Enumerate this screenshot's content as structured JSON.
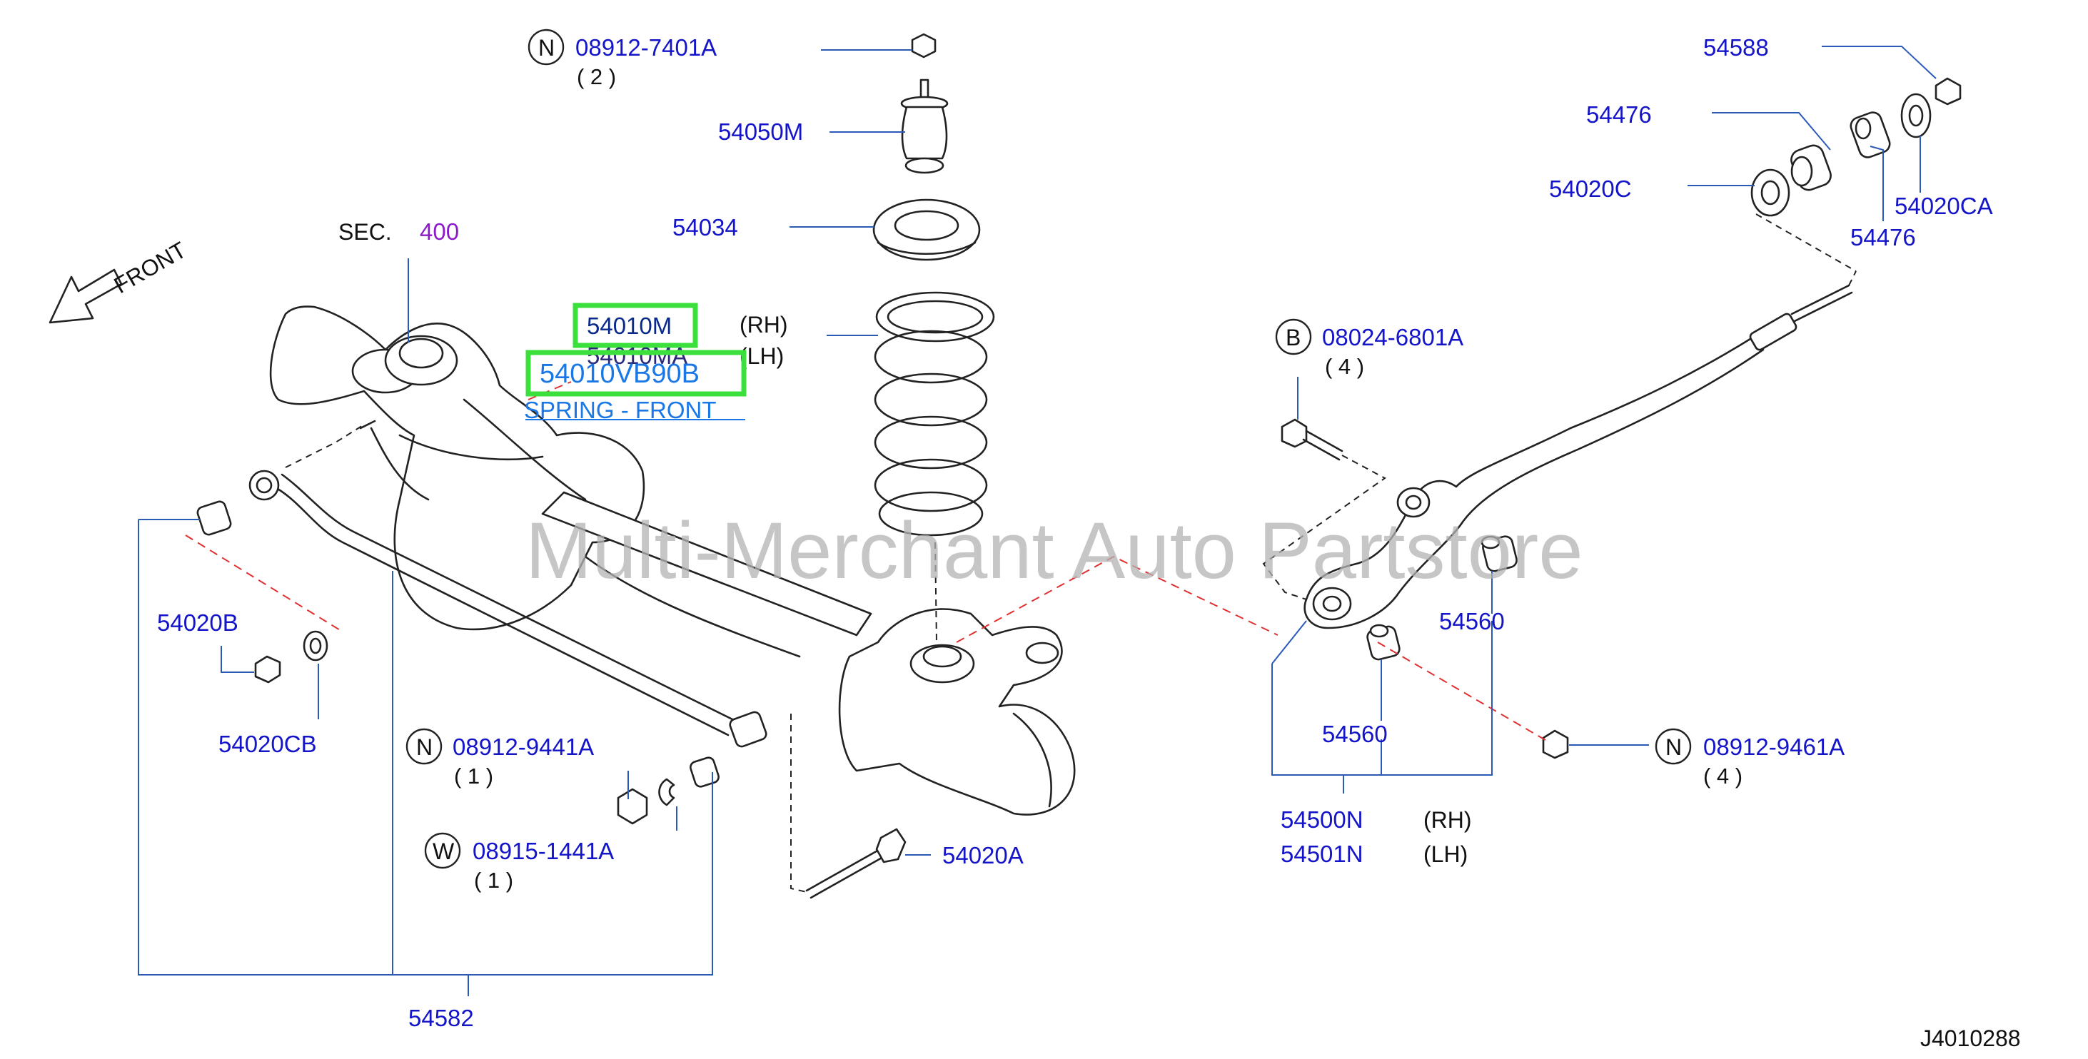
{
  "diagram_id": "J4010288",
  "watermark": "Multi-Merchant Auto Partstore",
  "front_label": "FRONT",
  "section": {
    "prefix": "SEC.",
    "number": "400",
    "number_color": "#8c1cc8"
  },
  "spring_links": {
    "rh_part": "54010M",
    "lh_part": "54010MA",
    "rh_side": "(RH)",
    "lh_side": "(LH)",
    "alt_part": "54010VB90B",
    "alt_desc": "SPRING - FRONT"
  },
  "fasteners": [
    {
      "symbol": "N",
      "part": "08912-7401A",
      "qty": "( 2 )"
    },
    {
      "symbol": "B",
      "part": "08024-6801A",
      "qty": "( 4 )"
    },
    {
      "symbol": "N",
      "part": "08912-9441A",
      "qty": "( 1 )"
    },
    {
      "symbol": "W",
      "part": "08915-1441A",
      "qty": "( 1 )"
    },
    {
      "symbol": "N",
      "part": "08912-9461A",
      "qty": "( 4 )"
    }
  ],
  "parts": {
    "bump_stop": "54050M",
    "spring_seat": "54034",
    "nut_top": "54588",
    "bushing_upper": "54476",
    "bushing_upper_b": "54476",
    "bushing_c": "54020C",
    "washer_ca": "54020CA",
    "bushing_b": "54020B",
    "washer_cb": "54020CB",
    "bolt_a": "54020A",
    "bushing_arm_upper": "54560",
    "bushing_arm_lower": "54560",
    "arm_rh": "54500N",
    "arm_lh": "54501N",
    "arm_rh_side": "(RH)",
    "arm_lh_side": "(LH)",
    "stabilizer": "54582"
  },
  "colors": {
    "part_link": "#1414c8",
    "link_light": "#1a78e6",
    "highlight": "#3ce03c",
    "leader": "#2a59b8",
    "dashed_red": "#e03030"
  }
}
